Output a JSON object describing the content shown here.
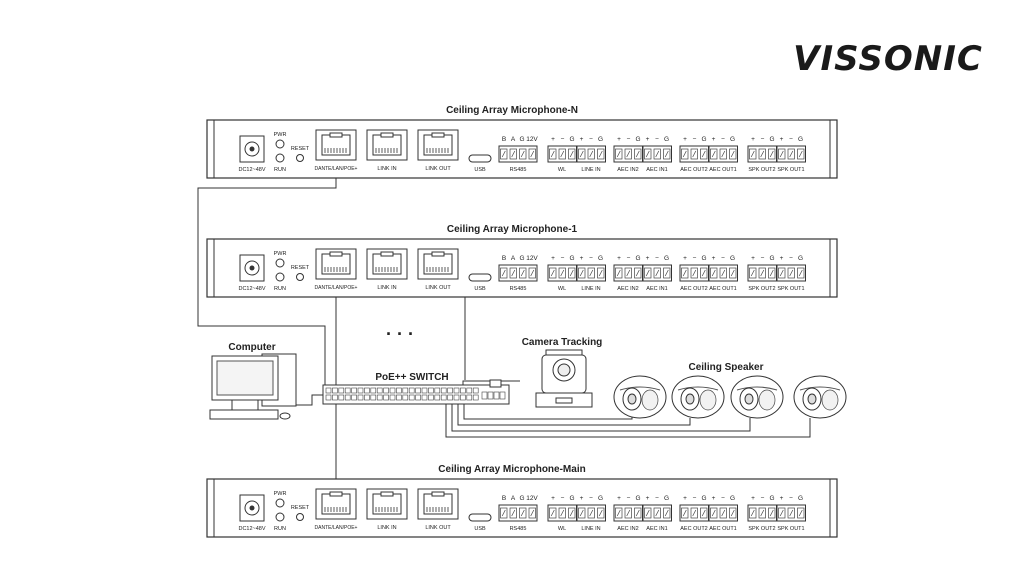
{
  "brand": {
    "logo": "VISSONIC",
    "color": "#1a1a1a"
  },
  "devices": {
    "mic_n": {
      "title": "Ceiling Array Microphone-N"
    },
    "mic_1": {
      "title": "Ceiling Array Microphone-1"
    },
    "mic_main": {
      "title": "Ceiling Array Microphone-Main"
    }
  },
  "panel": {
    "power_label": "DC12~48V",
    "pwr": "PWR",
    "run": "RUN",
    "reset": "RESET",
    "port_dante": "DANTE/LAN/POE+",
    "port_link_in": "LINK IN",
    "port_link_out": "LINK OUT",
    "usb": "USB",
    "rs485_pins": [
      "B",
      "A",
      "G",
      "12V"
    ],
    "audio_pins": [
      "+",
      "−",
      "G",
      "+",
      "−",
      "G"
    ],
    "terminal_labels": [
      "RS485",
      "WL",
      "LINE IN",
      "AEC IN2",
      "AEC IN1",
      "AEC OUT2",
      "AEC OUT1",
      "SPK OUT2",
      "SPK OUT1"
    ]
  },
  "nodes": {
    "computer": "Computer",
    "switch": "PoE++ SWITCH",
    "camera": "Camera Tracking",
    "speaker": "Ceiling Speaker",
    "ellipsis": "· · ·"
  }
}
